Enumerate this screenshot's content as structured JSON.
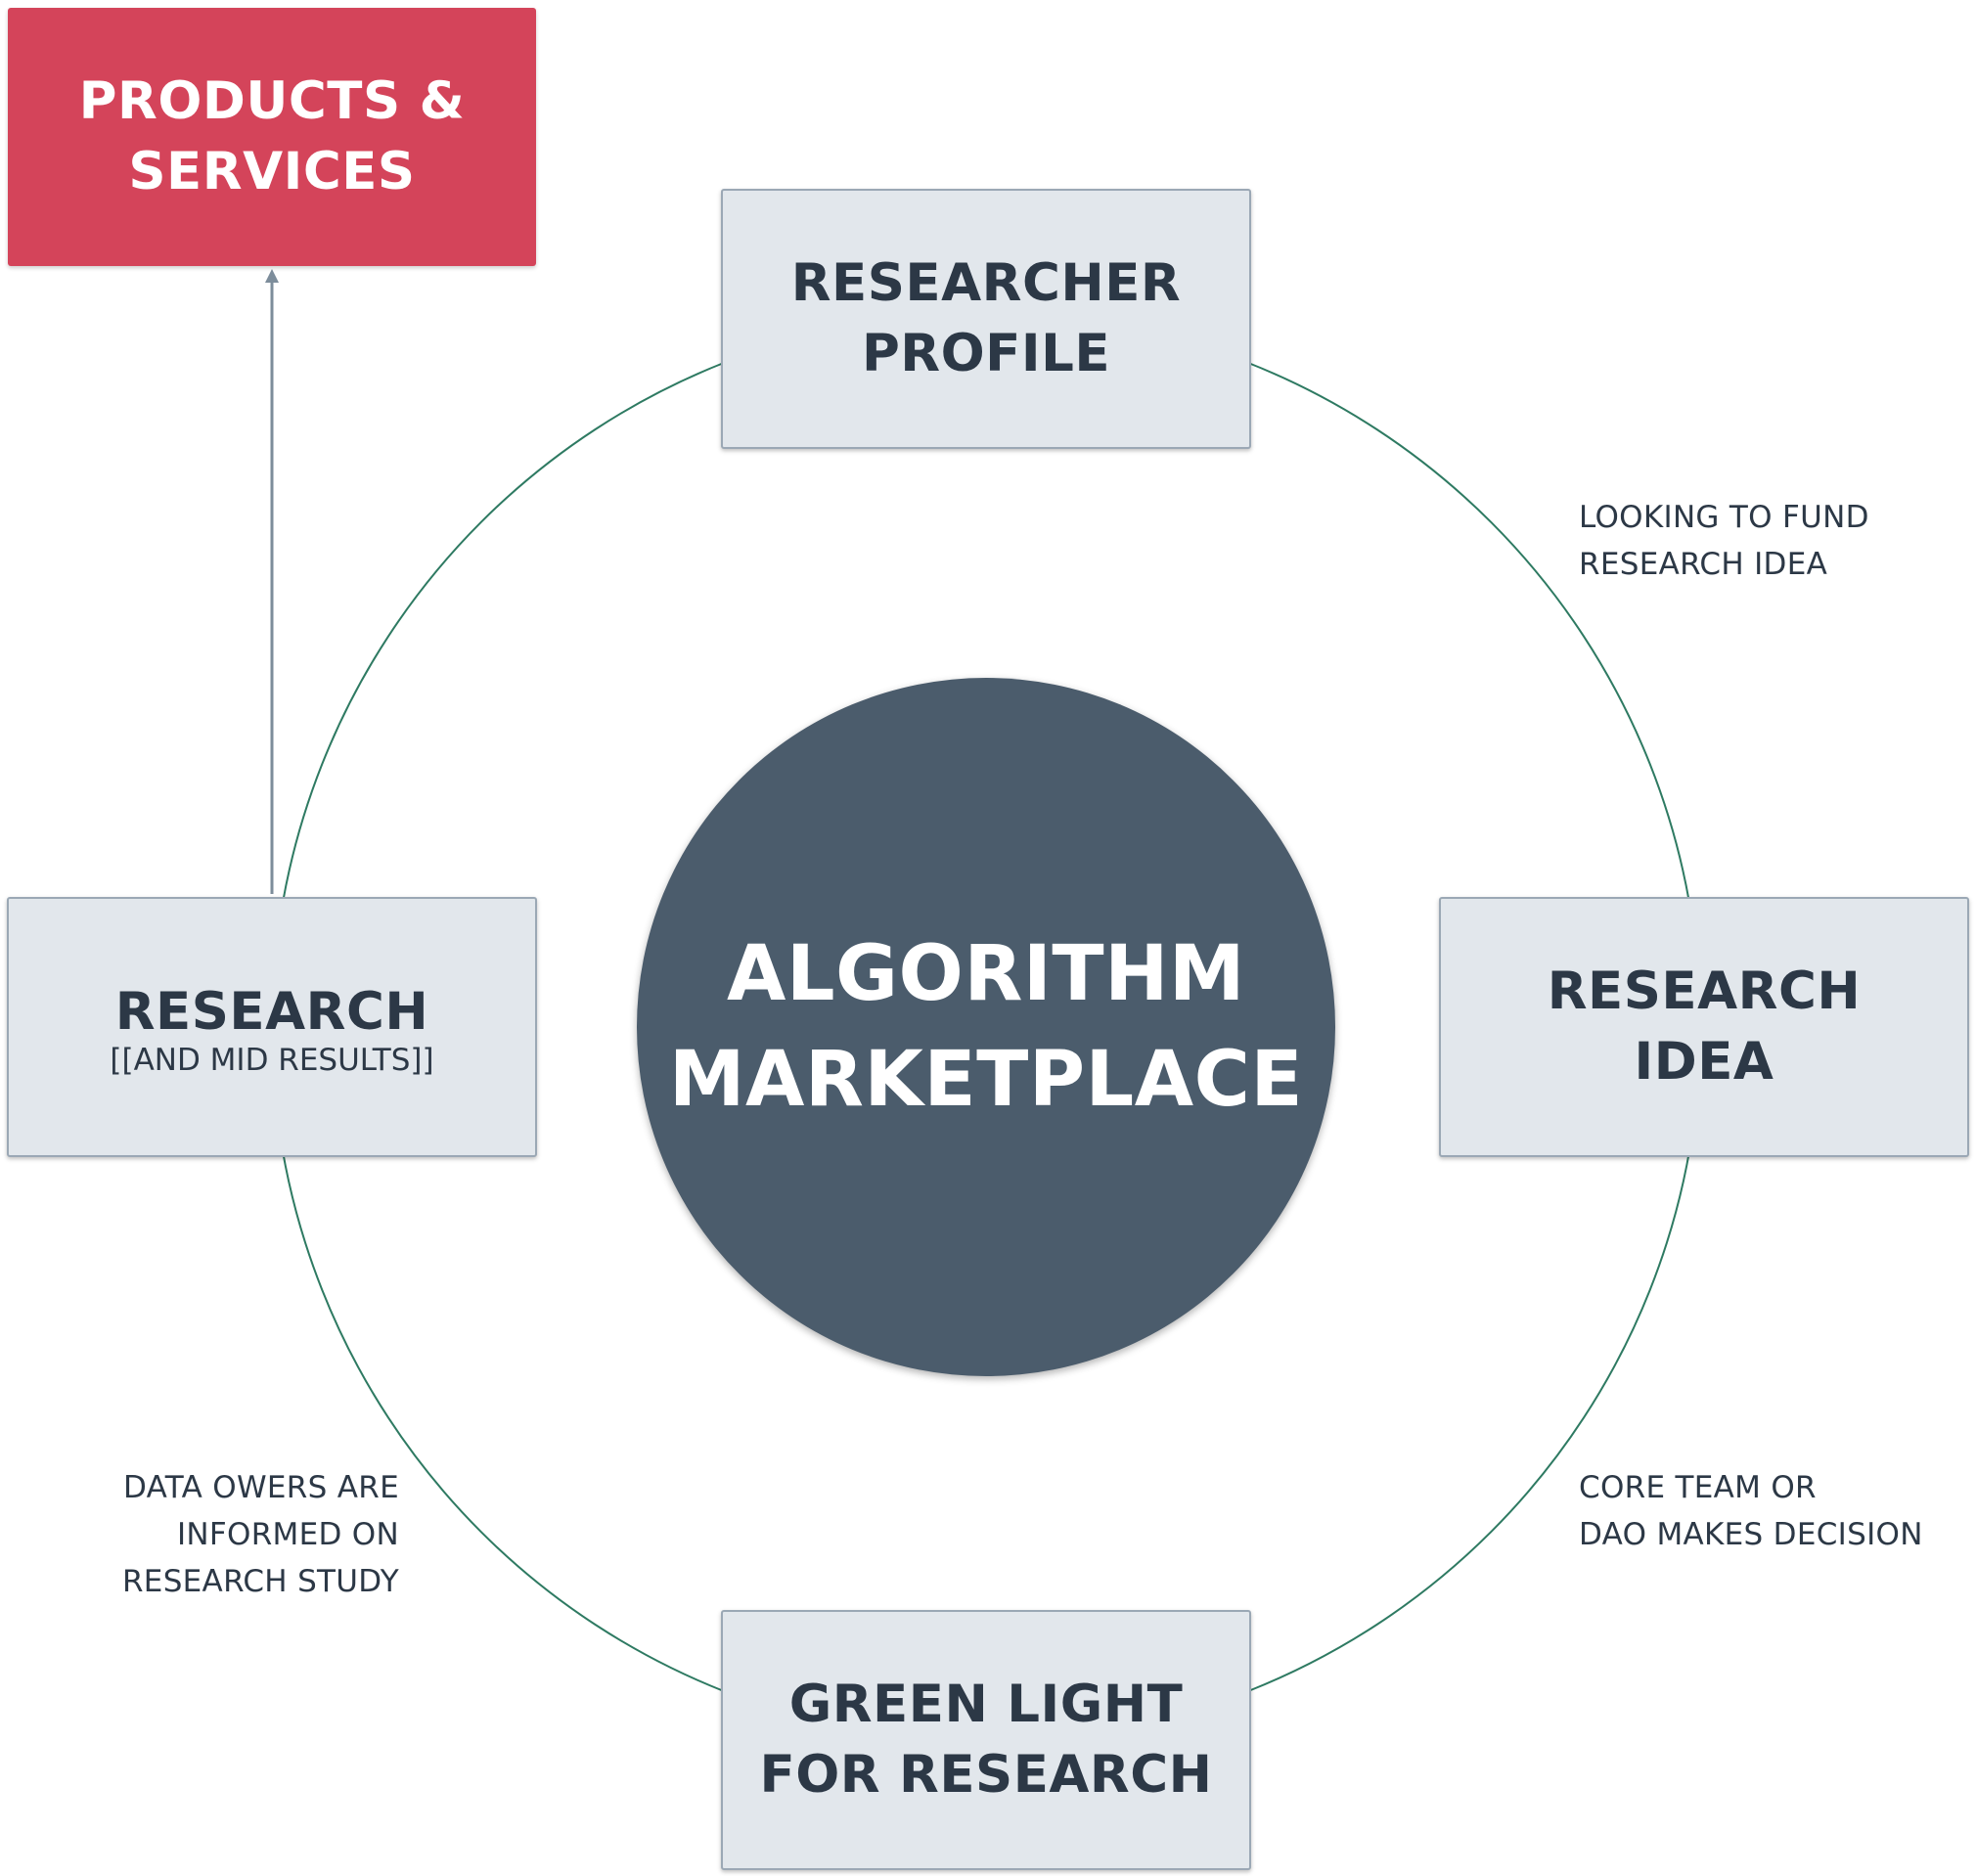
{
  "diagram": {
    "center": {
      "label": "ALGORITHM\nMARKETPLACE"
    },
    "nodes": {
      "products_services": {
        "title": "PRODUCTS &\nSERVICES"
      },
      "researcher_profile": {
        "title": "RESEARCHER\nPROFILE"
      },
      "research_idea": {
        "title": "RESEARCH\nIDEA"
      },
      "green_light": {
        "title": "GREEN LIGHT\nFOR RESEARCH"
      },
      "research": {
        "title": "RESEARCH",
        "subtitle": "[[AND MID RESULTS]]"
      }
    },
    "notes": {
      "fund": "LOOKING TO FUND\nRESEARCH IDEA",
      "core": "CORE TEAM OR\nDAO MAKES DECISION",
      "data": "DATA OWERS ARE\nINFORMED ON\nRESEARCH STUDY"
    },
    "colors": {
      "cycle_line": "#2e7a62",
      "arrow": "#7d8d9b",
      "box_fill": "#e2e7ec",
      "box_border": "#9ba8b5",
      "products_fill": "#d4445a",
      "center_fill": "#4b5c6c",
      "text_dark": "#2c3846"
    },
    "icons": {
      "arrow_head": "arrow-up-icon"
    }
  }
}
